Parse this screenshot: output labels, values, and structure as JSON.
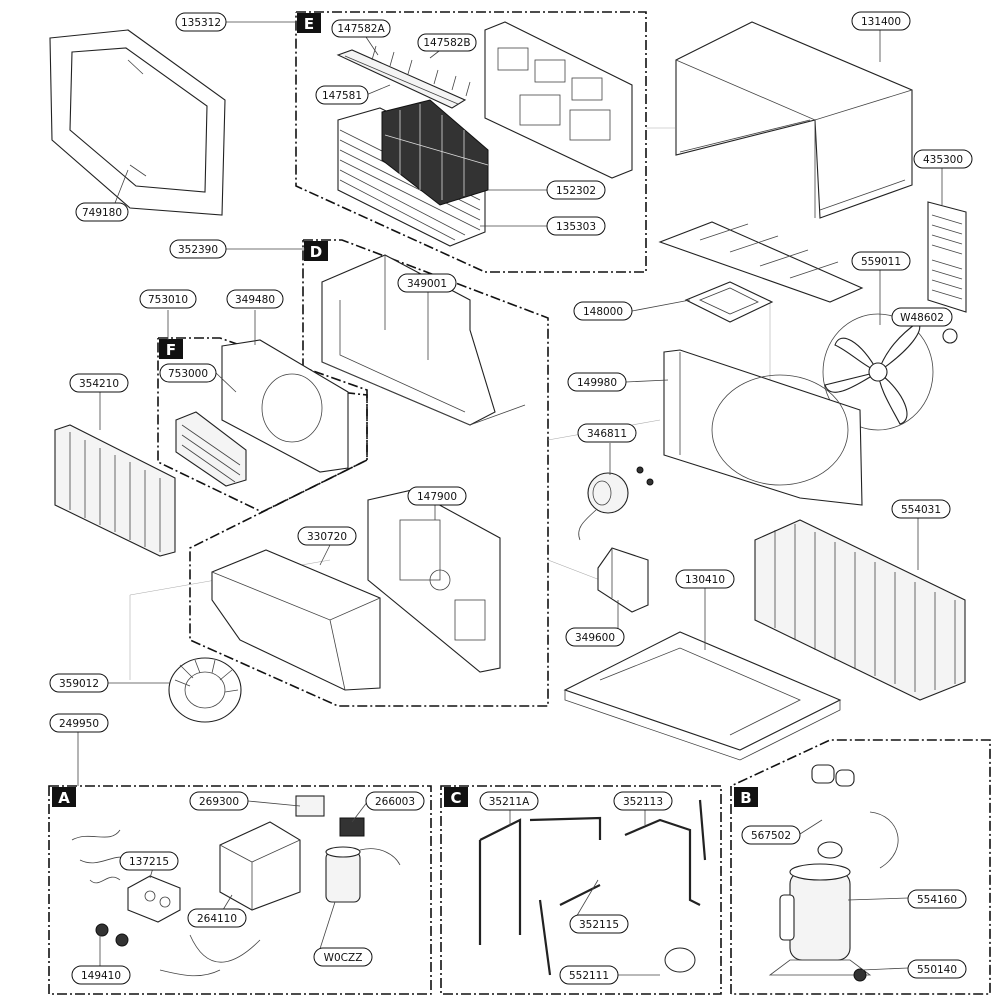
{
  "diagram": {
    "sections": [
      {
        "id": "E",
        "label": "E"
      },
      {
        "id": "D",
        "label": "D"
      },
      {
        "id": "F",
        "label": "F"
      },
      {
        "id": "A",
        "label": "A"
      },
      {
        "id": "C",
        "label": "C"
      },
      {
        "id": "B",
        "label": "B"
      }
    ],
    "parts": [
      {
        "id": "p135312",
        "number": "135312"
      },
      {
        "id": "p749180",
        "number": "749180"
      },
      {
        "id": "p147582a",
        "number": "147582A"
      },
      {
        "id": "p147582b",
        "number": "147582B"
      },
      {
        "id": "p147581",
        "number": "147581"
      },
      {
        "id": "p152302",
        "number": "152302"
      },
      {
        "id": "p135303",
        "number": "135303"
      },
      {
        "id": "p131400",
        "number": "131400"
      },
      {
        "id": "p435300",
        "number": "435300"
      },
      {
        "id": "p352390",
        "number": "352390"
      },
      {
        "id": "p753010",
        "number": "753010"
      },
      {
        "id": "p349480",
        "number": "349480"
      },
      {
        "id": "p349001",
        "number": "349001"
      },
      {
        "id": "p559011",
        "number": "559011"
      },
      {
        "id": "p148000",
        "number": "148000"
      },
      {
        "id": "pW48602",
        "number": "W48602"
      },
      {
        "id": "p753000",
        "number": "753000"
      },
      {
        "id": "p354210",
        "number": "354210"
      },
      {
        "id": "p149980",
        "number": "149980"
      },
      {
        "id": "p346811",
        "number": "346811"
      },
      {
        "id": "p147900",
        "number": "147900"
      },
      {
        "id": "p330720",
        "number": "330720"
      },
      {
        "id": "p554031",
        "number": "554031"
      },
      {
        "id": "p130410",
        "number": "130410"
      },
      {
        "id": "p349600",
        "number": "349600"
      },
      {
        "id": "p359012",
        "number": "359012"
      },
      {
        "id": "p249950",
        "number": "249950"
      },
      {
        "id": "p269300",
        "number": "269300"
      },
      {
        "id": "p266003",
        "number": "266003"
      },
      {
        "id": "p137215",
        "number": "137215"
      },
      {
        "id": "p264110",
        "number": "264110"
      },
      {
        "id": "p149410",
        "number": "149410"
      },
      {
        "id": "pW0CZZ",
        "number": "W0CZZ"
      },
      {
        "id": "p35211A",
        "number": "35211A"
      },
      {
        "id": "p352113",
        "number": "352113"
      },
      {
        "id": "p352115",
        "number": "352115"
      },
      {
        "id": "p552111",
        "number": "552111"
      },
      {
        "id": "p567502",
        "number": "567502"
      },
      {
        "id": "p554160",
        "number": "554160"
      },
      {
        "id": "p550140",
        "number": "550140"
      }
    ]
  }
}
